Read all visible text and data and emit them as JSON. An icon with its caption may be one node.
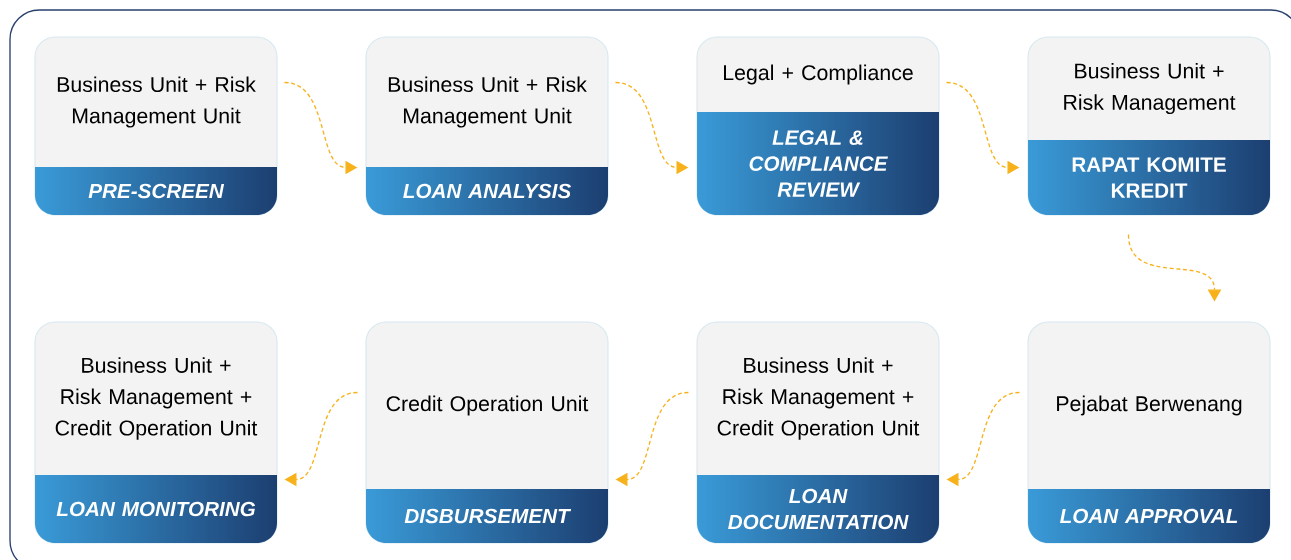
{
  "diagram": {
    "nodes": [
      {
        "text": [
          "Business Unit + Risk Management Unit",
          "PRE-SCREEN"
        ]
      },
      {
        "text": [
          "Business Unit + Risk Management Unit",
          "LOAN ANALYSIS"
        ]
      },
      {
        "text": [
          "Legal + Compliance",
          "LEGAL & COMPLIANCE REVIEW"
        ]
      },
      {
        "text": [
          "Business Unit + Risk Management",
          "RAPAT KOMITE KREDIT"
        ]
      },
      {
        "text": [
          "Business Unit + Risk Management + Credit Operation Unit",
          "LOAN MONITORING"
        ]
      },
      {
        "text": [
          "Credit Operation Unit",
          "DISBURSEMENT"
        ]
      },
      {
        "text": [
          "Business Unit + Risk Management + Credit Operation Unit",
          "LOAN DOCUMENTATION"
        ]
      },
      {
        "text": [
          "Pejabat Berwenang",
          "LOAN APPROVAL"
        ]
      }
    ],
    "edges": [
      {
        "from": 0,
        "to": 1,
        "arrow": "to",
        "style": "dashed"
      },
      {
        "from": 1,
        "to": 2,
        "arrow": "to",
        "style": "dashed"
      },
      {
        "from": 2,
        "to": 3,
        "arrow": "to",
        "style": "dashed"
      },
      {
        "from": 3,
        "to": 7,
        "arrow": "to",
        "style": "dashed"
      },
      {
        "from": 7,
        "to": 6,
        "arrow": "to",
        "style": "dashed"
      },
      {
        "from": 6,
        "to": 5,
        "arrow": "to",
        "style": "dashed"
      },
      {
        "from": 5,
        "to": 4,
        "arrow": "to",
        "style": "dashed"
      }
    ]
  }
}
